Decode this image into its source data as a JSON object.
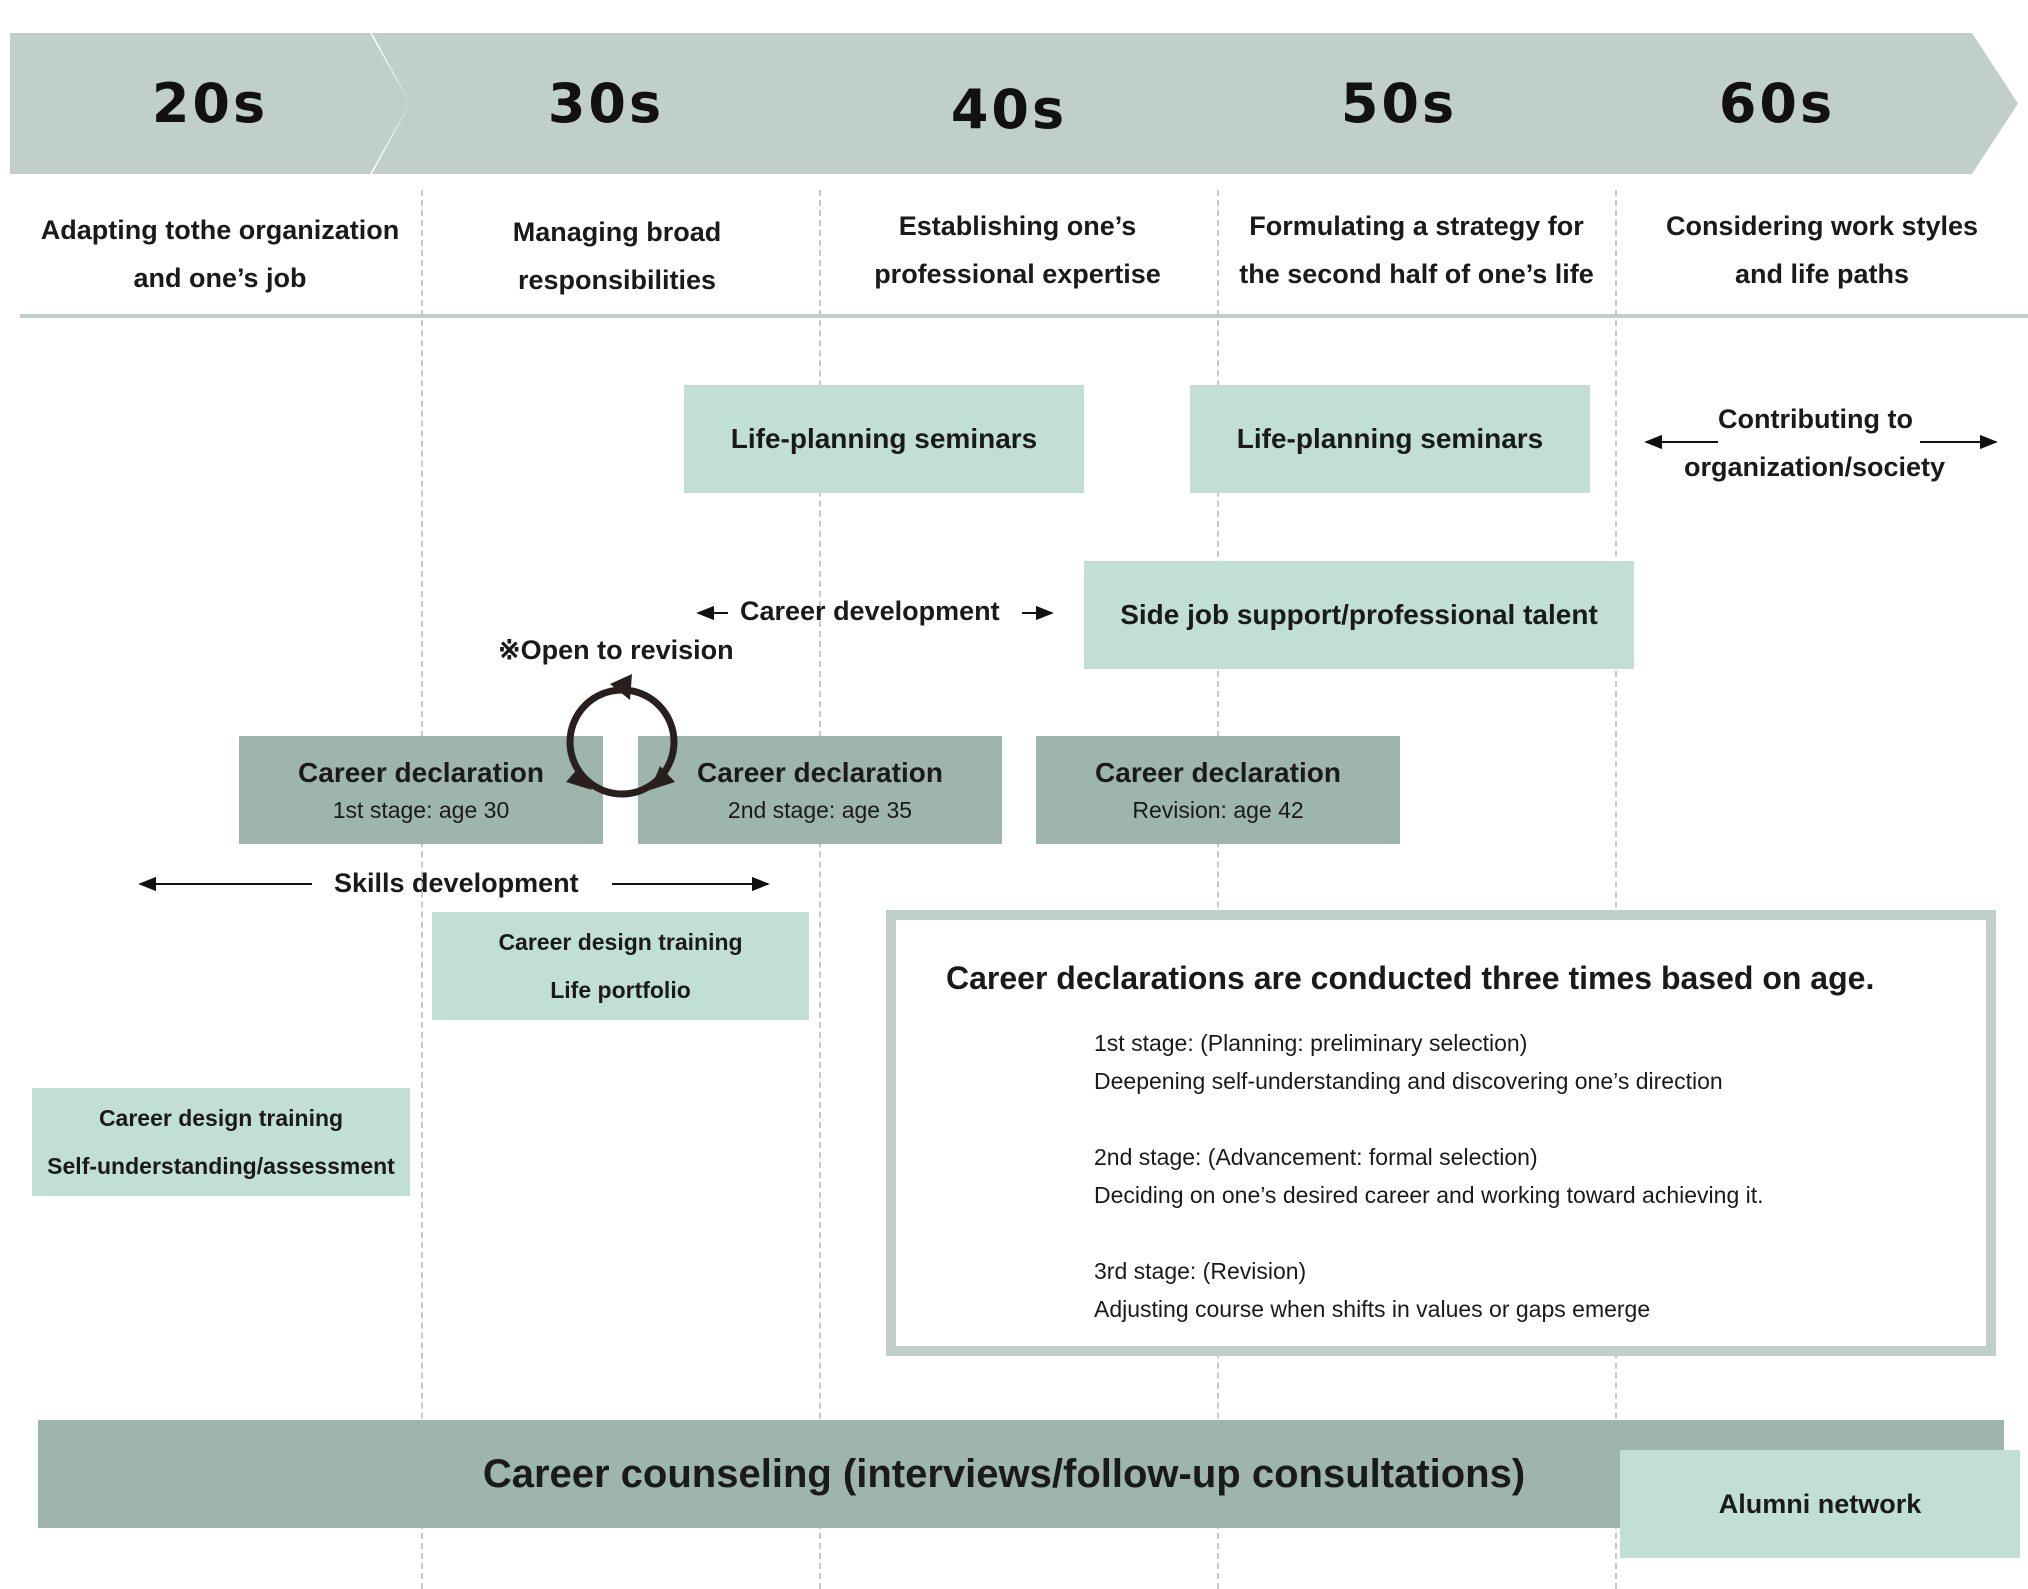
{
  "decades": [
    "20s",
    "30s",
    "40s",
    "50s",
    "60s"
  ],
  "stage_headings": [
    "Adapting tothe organization\nand one’s job",
    "Managing broad\nresponsibilities",
    "Establishing one’s\nprofessional expertise",
    "Formulating a strategy for\nthe second half of one’s life",
    "Considering work styles\nand life paths"
  ],
  "programs": {
    "life_planning_1": "Life-planning seminars",
    "life_planning_2": "Life-planning seminars",
    "contributing_line1": "Contributing to",
    "contributing_line2": "organization/society",
    "career_development": "Career development",
    "side_job": "Side job support/professional talent",
    "open_to_revision": "※Open to revision",
    "skills_development": "Skills development",
    "training_30s_line1": "Career design training",
    "training_30s_line2": "Life portfolio",
    "training_20s_line1": "Career design training",
    "training_20s_line2": "Self-understanding/assessment",
    "counseling": "Career counseling (interviews/follow-up consultations)",
    "alumni": "Alumni network"
  },
  "declarations": [
    {
      "title": "Career declaration",
      "subtitle": "1st stage: age 30"
    },
    {
      "title": "Career declaration",
      "subtitle": "2nd stage: age 35"
    },
    {
      "title": "Career declaration",
      "subtitle": "Revision: age 42"
    }
  ],
  "info": {
    "title": "Career declarations are conducted three times based on age.",
    "stages": [
      {
        "label": "1st stage: (Planning: preliminary selection)",
        "desc": "Deepening self-understanding and discovering one’s direction"
      },
      {
        "label": "2nd stage: (Advancement: formal selection)",
        "desc": "Deciding on one’s desired career and working toward achieving it."
      },
      {
        "label": "3rd stage: (Revision)",
        "desc": "Adjusting course when shifts in values or gaps emerge"
      }
    ]
  },
  "colors": {
    "chevron": "#c1cfca",
    "light_box": "#c1dfd5",
    "dark_box": "#9db5ad",
    "cycle_icon": "#2a1f1f"
  }
}
